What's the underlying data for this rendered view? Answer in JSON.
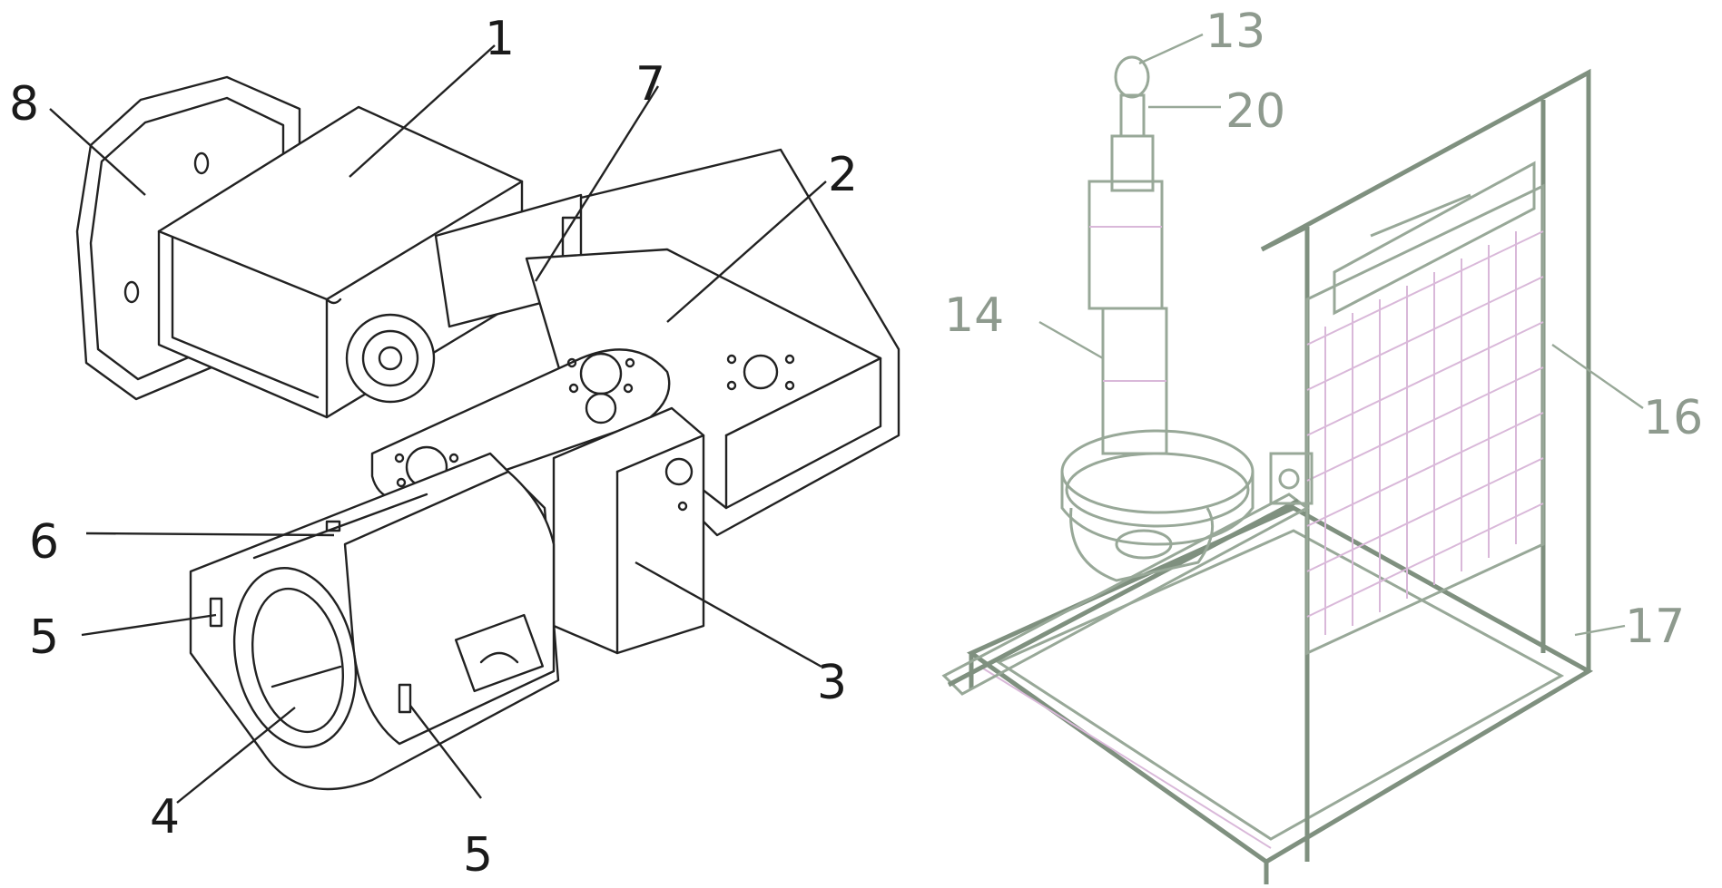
{
  "left_figure": {
    "labels": [
      "1",
      "2",
      "3",
      "4",
      "5",
      "5",
      "6",
      "7",
      "8"
    ]
  },
  "right_figure": {
    "labels": [
      "13",
      "20",
      "14",
      "16",
      "17"
    ]
  }
}
